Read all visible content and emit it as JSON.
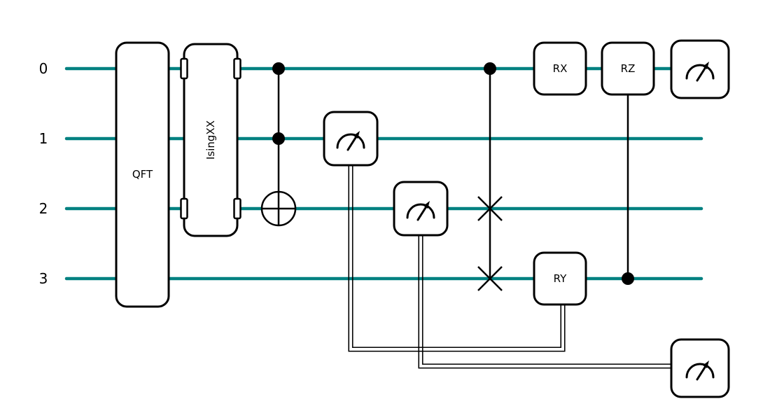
{
  "figure": {
    "background": "#ffffff",
    "colors": {
      "wire": "#008080",
      "ink": "#000000",
      "gate_fill": "#ffffff"
    },
    "wire_labels": [
      "0",
      "1",
      "2",
      "3"
    ],
    "gates": {
      "qft": {
        "label": "QFT"
      },
      "isingxx": {
        "label": "IsingXX"
      },
      "rx": {
        "label": "RX"
      },
      "rz": {
        "label": "RZ"
      },
      "ry": {
        "label": "RY"
      }
    },
    "icons": {
      "measurement": "gauge-with-arrow",
      "control": "filled-dot",
      "cnot_target": "circle-plus",
      "swap": "x-cross"
    }
  }
}
